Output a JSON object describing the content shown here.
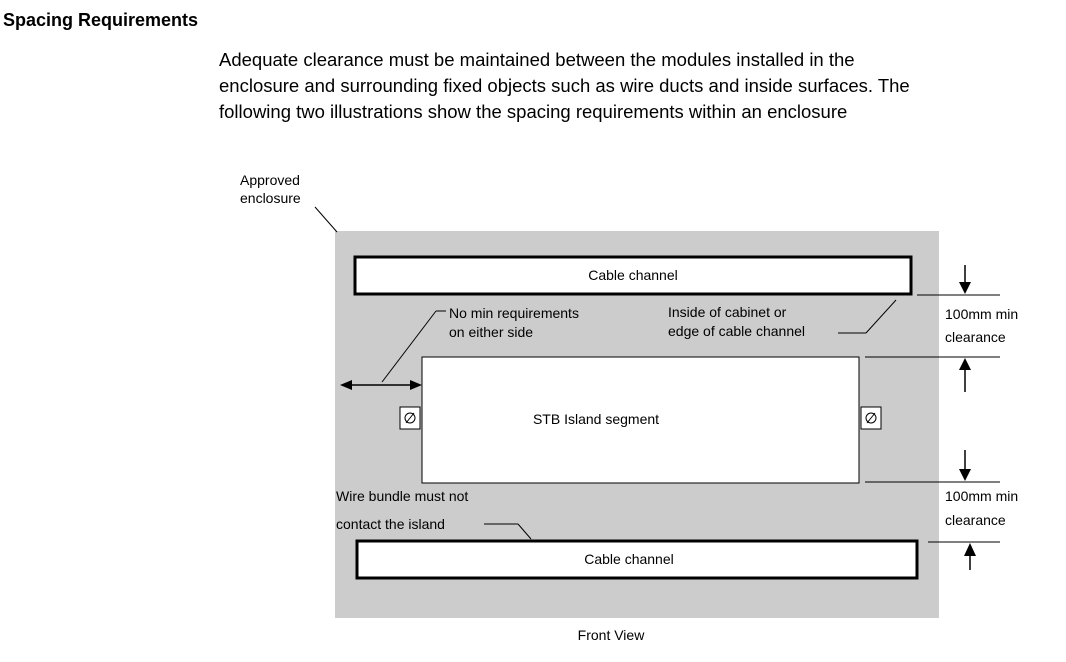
{
  "section": {
    "heading": "Spacing Requirements",
    "paragraph_lines": [
      "Adequate clearance must be maintained between the modules installed in the",
      "enclosure and surrounding fixed objects such as wire ducts and inside surfaces. The",
      "following two illustrations show the spacing requirements within an enclosure"
    ]
  },
  "figure": {
    "enclosure_label": [
      "Approved",
      "enclosure"
    ],
    "top_channel_label": "Cable channel",
    "bottom_channel_label": "Cable channel",
    "island_label": "STB Island segment",
    "side_note": [
      "No min requirements",
      "on either side"
    ],
    "cabinet_note": [
      "Inside of cabinet or",
      "edge of cable channel"
    ],
    "top_clearance": [
      "100mm min",
      "clearance"
    ],
    "bottom_clearance": [
      "100mm min",
      "clearance"
    ],
    "wire_note": [
      "Wire bundle must not",
      "contact the island"
    ],
    "caption": "Front View",
    "colors": {
      "enclosure_fill": "#cccccc",
      "box_fill": "#ffffff",
      "stroke": "#000000"
    }
  }
}
